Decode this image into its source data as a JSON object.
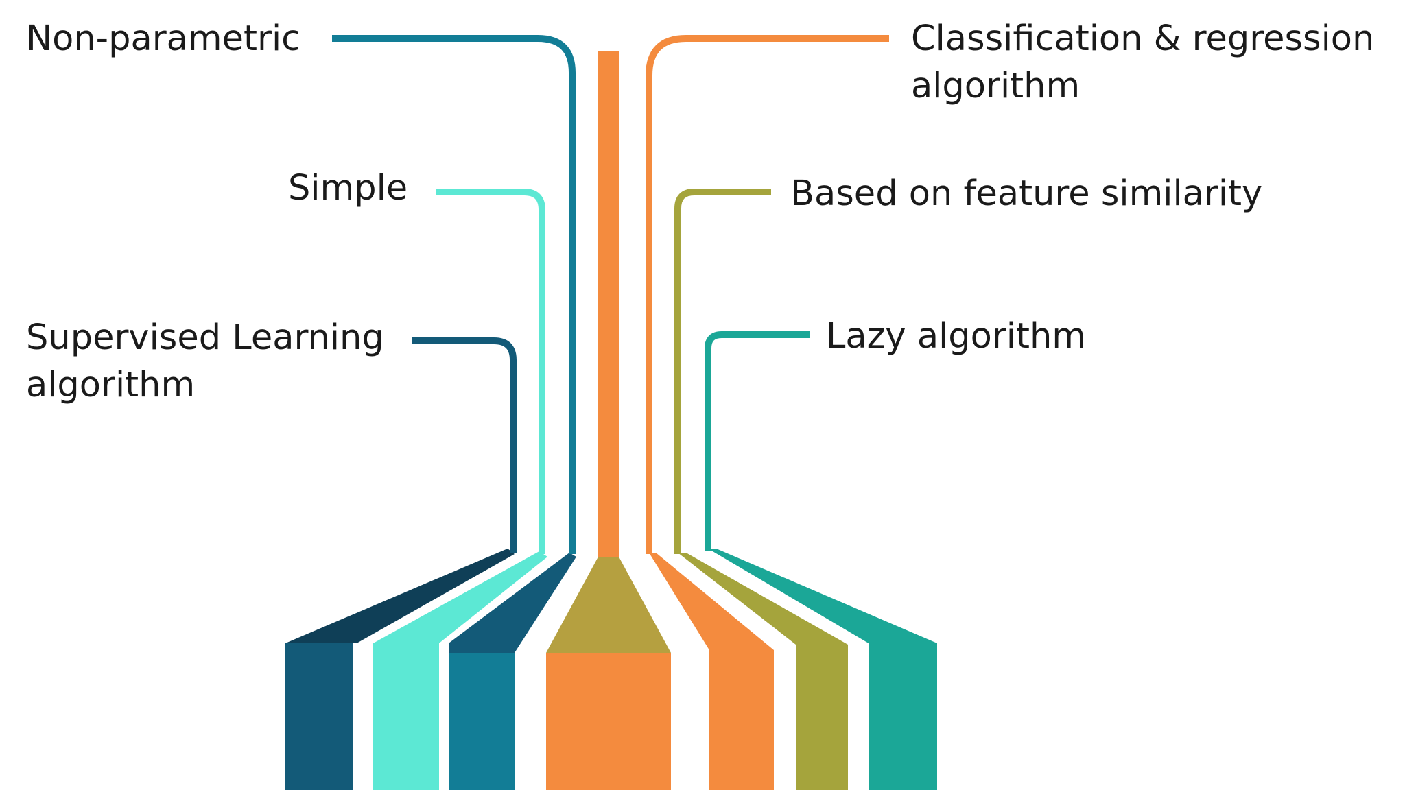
{
  "features": [
    {
      "key": "non-parametric",
      "lines": [
        "Non-parametric"
      ],
      "color": "#127d96"
    },
    {
      "key": "simple",
      "lines": [
        "Simple"
      ],
      "color": "#5ce8d4"
    },
    {
      "key": "supervised-learning",
      "lines": [
        "Supervised Learning",
        "algorithm"
      ],
      "color": "#135a78"
    },
    {
      "key": "classification-regression",
      "lines": [
        "Classification & regression",
        "algorithm"
      ],
      "color": "#f48b3e"
    },
    {
      "key": "feature-similarity",
      "lines": [
        "Based on feature similarity"
      ],
      "color": "#a5a43c"
    },
    {
      "key": "lazy-algorithm",
      "lines": [
        "Lazy algorithm"
      ],
      "color": "#1ba797"
    }
  ],
  "colors": {
    "trunk": "#f48b3e",
    "trunk_cap": "#b5a040",
    "dark_shadow": "#0f3f57",
    "background": "#ffffff"
  }
}
